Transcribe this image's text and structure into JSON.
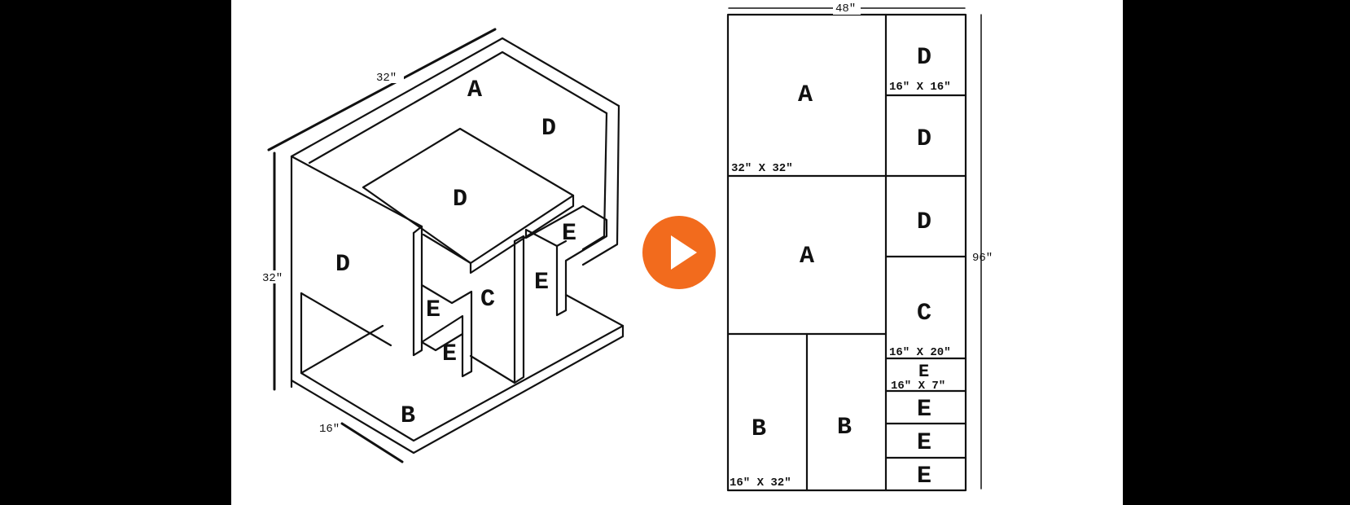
{
  "isometric": {
    "width_dim": "32\"",
    "height_dim": "32\"",
    "depth_dim": "16\"",
    "labels": {
      "A": "A",
      "D_back": "D",
      "D_seat": "D",
      "D_side": "D",
      "E_top": "E",
      "E_mid": "E",
      "E_left": "E",
      "E_low": "E",
      "C": "C",
      "B": "B"
    }
  },
  "cut_sheet": {
    "width_dim": "48\"",
    "height_dim": "96\"",
    "pieces": {
      "A1": "A",
      "A1_size": "32\" X 32\"",
      "A2": "A",
      "D1": "D",
      "D1_size": "16\" X 16\"",
      "D2": "D",
      "D3": "D",
      "C": "C",
      "C_size": "16\" X 20\"",
      "E1": "E",
      "E1_size": "16\" X 7\"",
      "E2": "E",
      "E3": "E",
      "E4": "E",
      "B1": "B",
      "B1_size": "16\" X 32\"",
      "B2": "B"
    }
  },
  "play_button": {
    "icon": "play-icon",
    "color": "#f26b1d"
  }
}
